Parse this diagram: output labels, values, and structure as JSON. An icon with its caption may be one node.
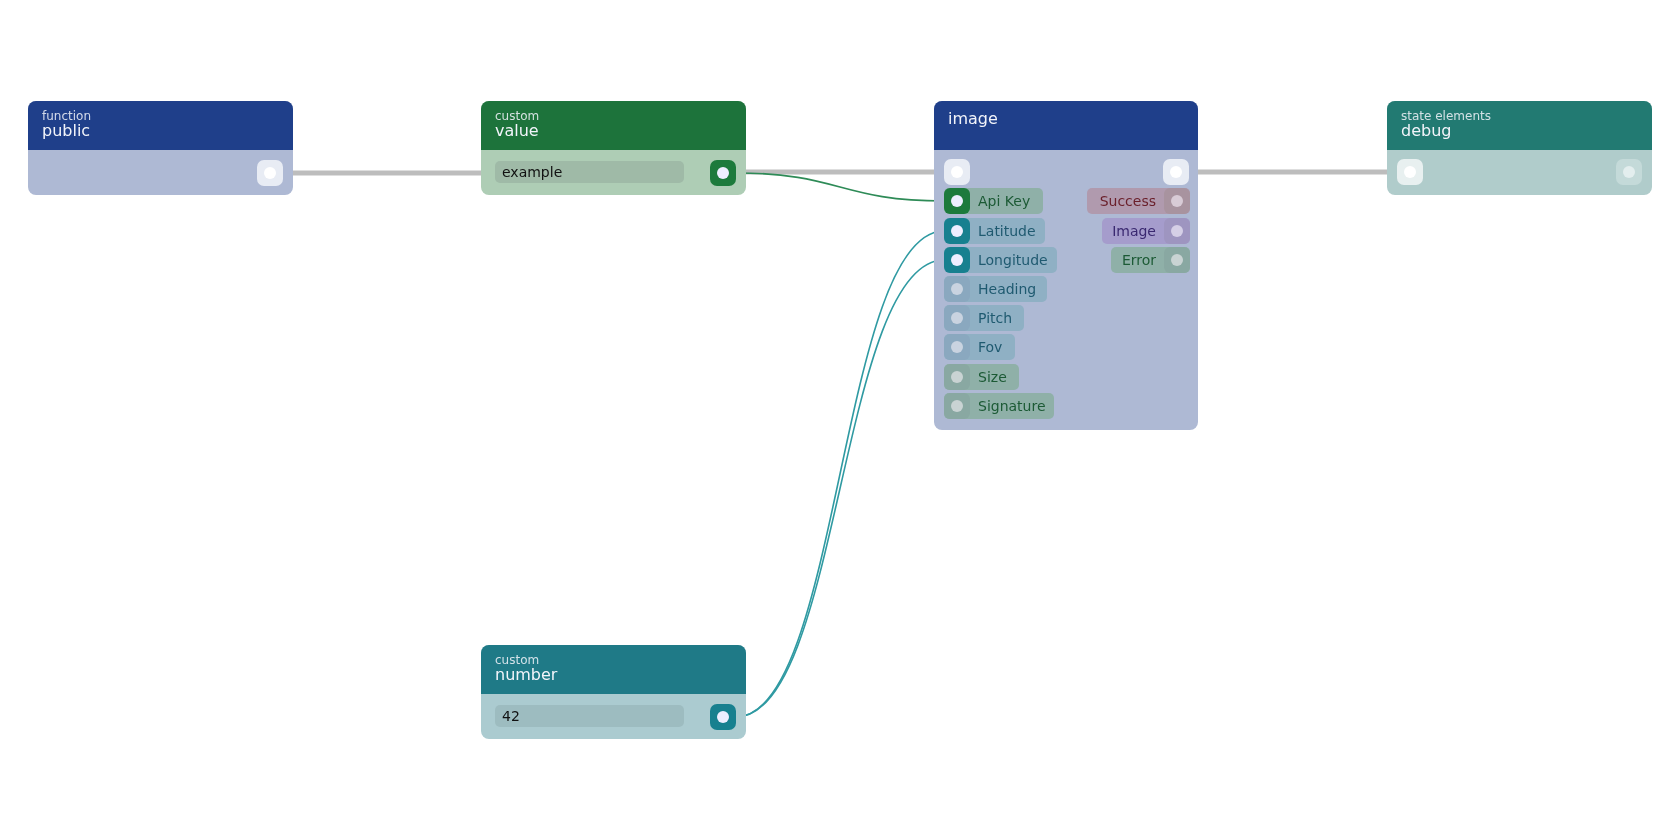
{
  "diagram": {
    "nodes": [
      {
        "text": [
          "function",
          "public"
        ]
      },
      {
        "text": [],
        "shape": "box",
        "in": 0
      },
      {
        "text": [
          "custom",
          "value"
        ]
      },
      {
        "text": [
          "example"
        ],
        "in": 2
      },
      {
        "text": [],
        "shape": "box",
        "in": 2
      },
      {
        "text": [
          "image"
        ]
      },
      {
        "text": [],
        "shape": "box",
        "in": 5
      },
      {
        "text": [],
        "shape": "box",
        "in": 5
      },
      {
        "text": [
          "Api Key"
        ],
        "in": 5
      },
      {
        "text": [
          "Latitude"
        ],
        "in": 5
      },
      {
        "text": [
          "Longitude"
        ],
        "in": 5
      },
      {
        "text": [
          "Heading"
        ],
        "in": 5
      },
      {
        "text": [
          "Pitch"
        ],
        "in": 5
      },
      {
        "text": [
          "Fov"
        ],
        "in": 5
      },
      {
        "text": [
          "Size"
        ],
        "in": 5
      },
      {
        "text": [
          "Signature"
        ],
        "in": 5
      },
      {
        "text": [
          "Success"
        ],
        "in": 5
      },
      {
        "text": [
          "Image"
        ],
        "in": 5
      },
      {
        "text": [
          "Error"
        ],
        "in": 5
      },
      {
        "text": [
          "state elements",
          "debug"
        ]
      },
      {
        "text": [],
        "shape": "box",
        "in": 19
      },
      {
        "text": [],
        "shape": "box",
        "in": 19
      },
      {
        "text": [
          "custom",
          "number"
        ]
      },
      {
        "text": [
          "42"
        ],
        "in": 22
      },
      {
        "text": [],
        "shape": "box",
        "in": 22
      }
    ],
    "edges": [
      {
        "from": 1,
        "to": 2,
        "arrow": "none",
        "style": "thick",
        "color": "#bdbdbd"
      },
      {
        "from": 2,
        "to": 6,
        "arrow": "none",
        "style": "thick",
        "color": "#bdbdbd"
      },
      {
        "from": 4,
        "to": 8,
        "arrow": "none",
        "color": "#2e8b57"
      },
      {
        "from": 24,
        "to": 9,
        "arrow": "none",
        "color": "#2f9aa2"
      },
      {
        "from": 24,
        "to": 10,
        "arrow": "none",
        "color": "#2f9aa2"
      },
      {
        "from": 7,
        "to": 20,
        "arrow": "none",
        "style": "thick",
        "color": "#bdbdbd"
      }
    ]
  }
}
